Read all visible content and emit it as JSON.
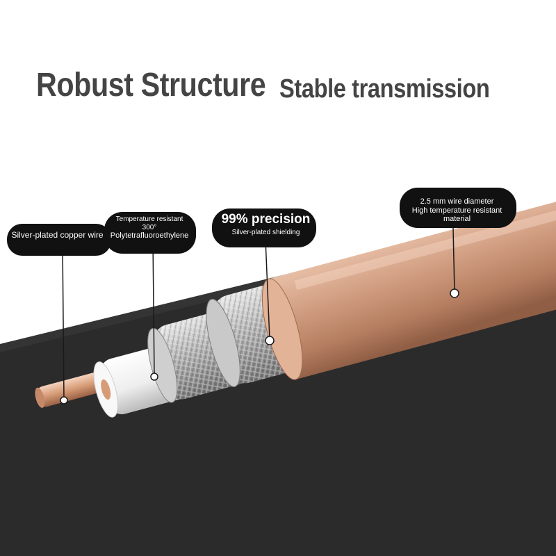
{
  "title": {
    "main": "Robust Structure",
    "sub": "Stable transmission"
  },
  "callouts": {
    "copper": {
      "text": "Silver-plated copper wire"
    },
    "ptfe": {
      "line1": "Temperature resistant",
      "line2": "300°",
      "line3": "Polytetrafluoroethylene"
    },
    "shield": {
      "headline": "99% precision",
      "text": "Silver-plated shielding"
    },
    "jacket": {
      "line1": "2.5 mm wire diameter",
      "line2": "High temperature resistant",
      "line3": "material"
    }
  },
  "colors": {
    "background": "#ffffff",
    "title": "#444444",
    "band": "#2b2b2b",
    "jacket": "#c8957a",
    "braid": "#bdbdbd",
    "dielectric": "#f2f2f2",
    "conductor": "#d9a27e",
    "callout_bg": "#111111",
    "callout_text": "#ffffff"
  }
}
